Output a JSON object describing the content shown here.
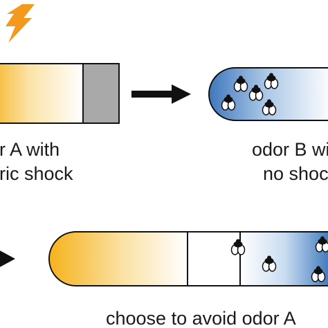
{
  "panels": {
    "training_a": {
      "label_line1": "odor A with",
      "label_line2": "electric shock"
    },
    "training_b": {
      "label_line1": "odor B without",
      "label_line2": "no shock"
    },
    "test": {
      "label": "choose to avoid odor A"
    }
  },
  "icons": [
    "lightning-bolt",
    "arrow-right",
    "fly"
  ],
  "colors": {
    "odor_a": "#f6b21c",
    "odor_b": "#3f78bd",
    "shock": "#f39a1e",
    "shock_electrode": "#a9a9a9",
    "outline": "#111111"
  }
}
